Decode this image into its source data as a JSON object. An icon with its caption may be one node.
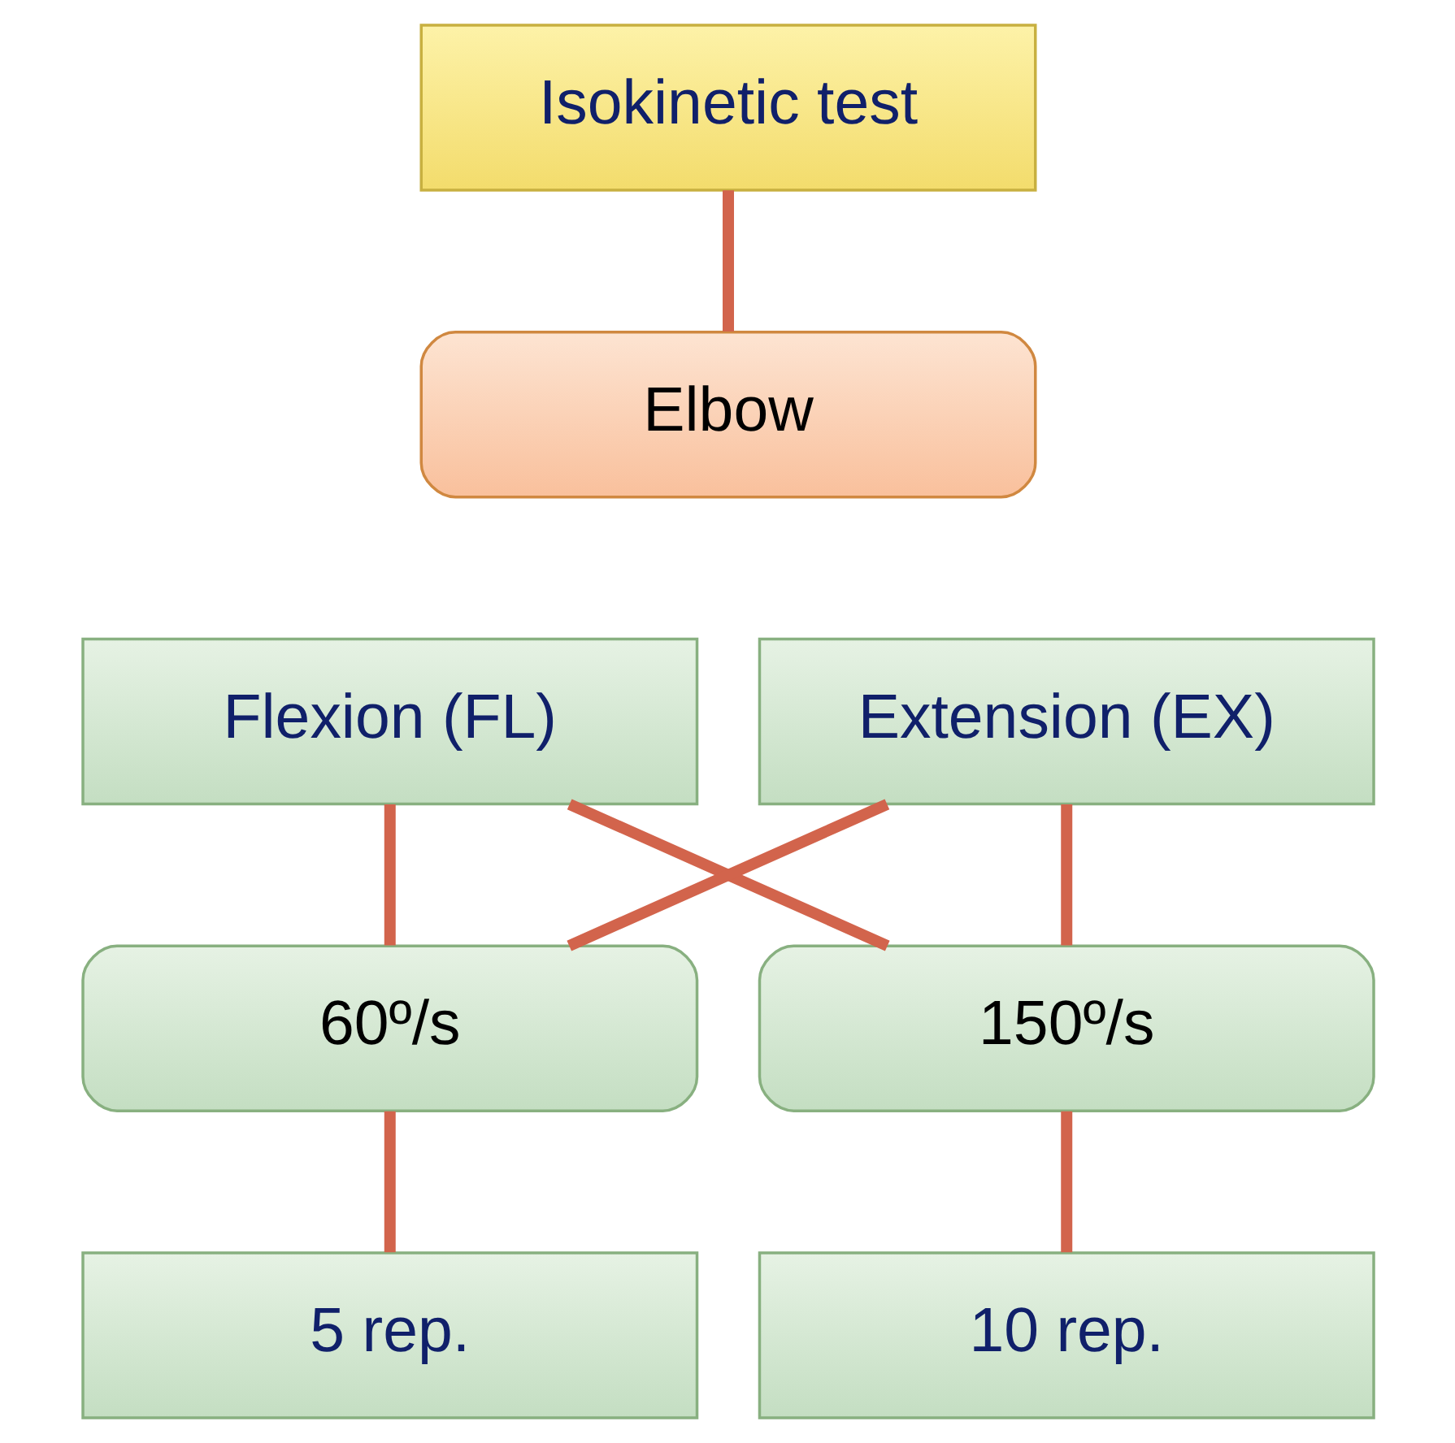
{
  "diagram": {
    "nodes": [
      {
        "text": [
          "Isokinetic test"
        ]
      },
      {
        "text": [
          "Elbow"
        ]
      },
      {
        "text": [
          "Flexion (FL)"
        ]
      },
      {
        "text": [
          "Extension (EX)"
        ]
      },
      {
        "text": [
          "60º/s"
        ]
      },
      {
        "text": [
          "150º/s"
        ]
      },
      {
        "text": [
          "5 rep."
        ]
      },
      {
        "text": [
          "10 rep."
        ]
      }
    ],
    "edges": [
      {
        "from": 0,
        "to": 1,
        "arrow": "none"
      },
      {
        "from": 2,
        "to": 4,
        "arrow": "none"
      },
      {
        "from": 2,
        "to": 5,
        "arrow": "none"
      },
      {
        "from": 3,
        "to": 4,
        "arrow": "none"
      },
      {
        "from": 3,
        "to": 5,
        "arrow": "none"
      },
      {
        "from": 4,
        "to": 6,
        "arrow": "none"
      },
      {
        "from": 5,
        "to": 7,
        "arrow": "none"
      }
    ]
  }
}
